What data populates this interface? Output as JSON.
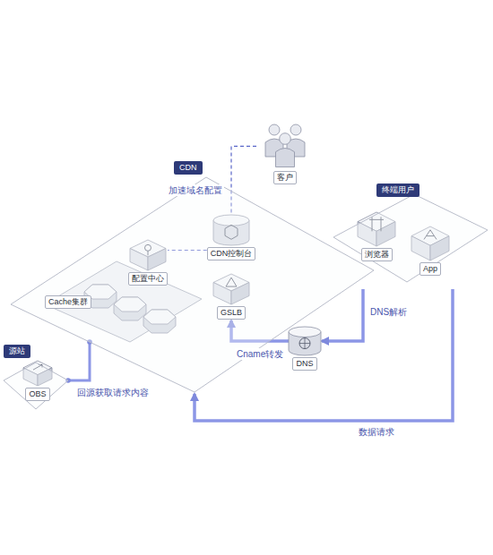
{
  "diagram": {
    "nodes": [
      {
        "text": [
          "CDN"
        ]
      },
      {
        "text": [
          "客户"
        ]
      },
      {
        "text": [
          "CDN控制台"
        ],
        "in": 0
      },
      {
        "text": [
          "配置中心"
        ],
        "in": 0
      },
      {
        "text": [
          "Cache集群"
        ],
        "in": 0
      },
      {
        "text": [
          "GSLB"
        ],
        "in": 0
      },
      {
        "text": [
          "终端用户"
        ]
      },
      {
        "text": [
          "浏览器"
        ],
        "in": 6
      },
      {
        "text": [
          "App"
        ],
        "in": 6
      },
      {
        "text": [
          "DNS"
        ]
      },
      {
        "text": [
          "源站"
        ]
      },
      {
        "text": [
          "OBS"
        ],
        "in": 10
      }
    ],
    "edges": [
      {
        "from": 1,
        "to": 2,
        "label": "加速域名配置",
        "arrow": "none"
      },
      {
        "from": 2,
        "to": 3,
        "arrow": "none"
      },
      {
        "from": 6,
        "to": 9,
        "label": "DNS解析",
        "arrow": "to"
      },
      {
        "from": 9,
        "to": 5,
        "label": "Cname转发",
        "arrow": "to"
      },
      {
        "from": 6,
        "to": 0,
        "label": "数据请求",
        "arrow": "to"
      },
      {
        "from": 4,
        "to": 10,
        "label": "回源获取请求内容",
        "arrow": "none"
      }
    ]
  }
}
